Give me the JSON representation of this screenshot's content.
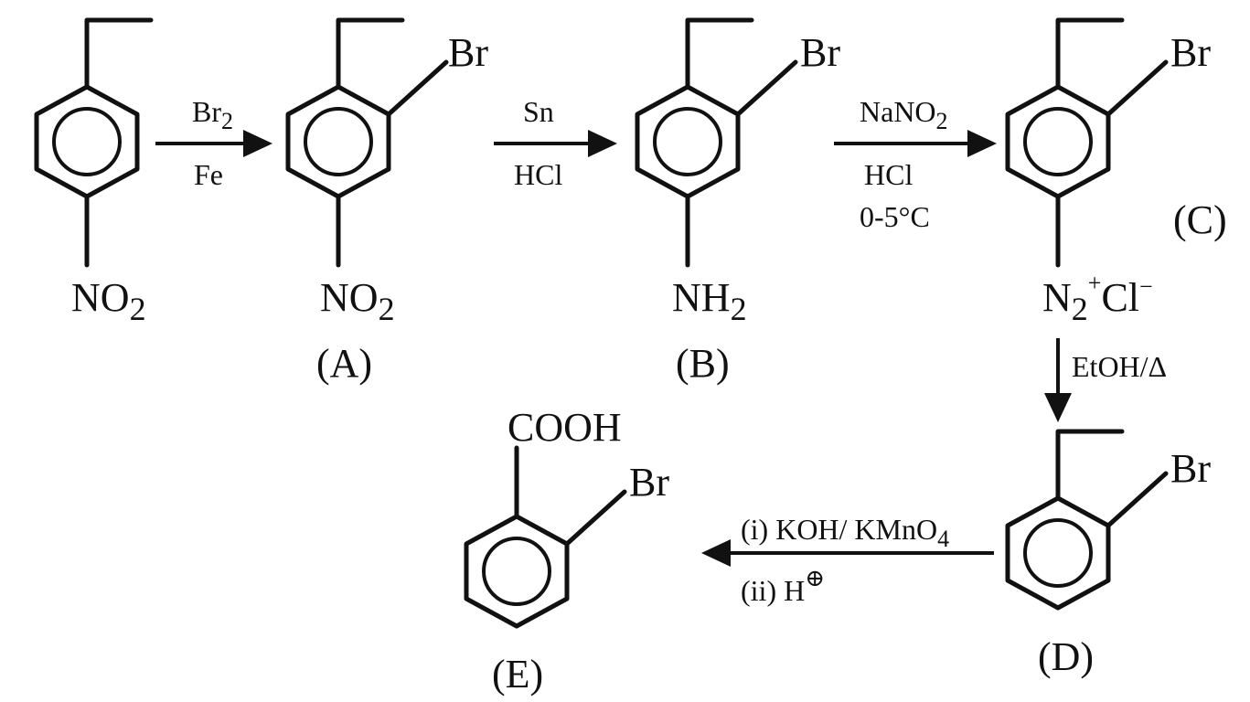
{
  "compounds": {
    "start": {
      "substituent_bottom": {
        "main": "NO",
        "sub": "2"
      }
    },
    "A": {
      "label": "(A)",
      "substituent_side": "Br",
      "substituent_bottom": {
        "main": "NO",
        "sub": "2"
      }
    },
    "B": {
      "label": "(B)",
      "substituent_side": "Br",
      "substituent_bottom": {
        "main": "NH",
        "sub": "2"
      }
    },
    "C": {
      "label": "(C)",
      "substituent_side": "Br",
      "substituent_bottom": {
        "n": "N",
        "n_sub": "2",
        "plus": "+",
        "cl": "Cl",
        "minus": "−"
      }
    },
    "D": {
      "label": "(D)",
      "substituent_side": "Br"
    },
    "E": {
      "label": "(E)",
      "substituent_side": "Br",
      "substituent_top": "COOH"
    }
  },
  "reactions": {
    "r1": {
      "top_main": "Br",
      "top_sub": "2",
      "bottom": "Fe"
    },
    "r2": {
      "top": "Sn",
      "bottom": "HCl"
    },
    "r3": {
      "top_main": "NaNO",
      "top_sub": "2",
      "middle": "HCl",
      "bottom": "0-5°C"
    },
    "r4": {
      "side": "EtOH/Δ"
    },
    "r5": {
      "line1_main": "(i) KOH/ KMnO",
      "line1_sub": "4",
      "line2_main": "(ii) H",
      "line2_sup": "⊕"
    }
  }
}
